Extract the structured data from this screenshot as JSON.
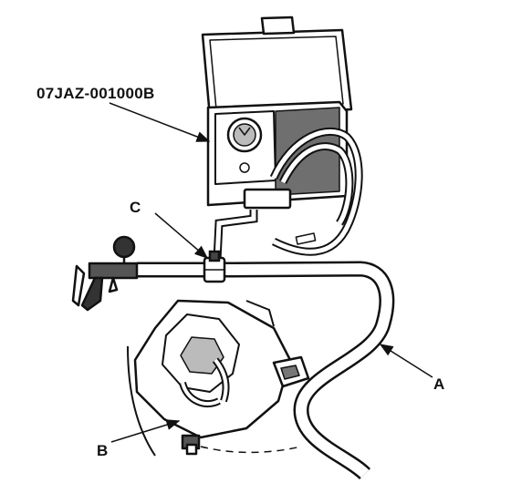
{
  "labels": {
    "tool_number": "07JAZ-001000B",
    "callout_a": "A",
    "callout_b": "B",
    "callout_c": "C"
  },
  "colors": {
    "ink": "#111111",
    "paper": "#ffffff",
    "shade": "#8a8a8a",
    "dark_shade": "#444444"
  },
  "icons": {
    "tester": "vacuum-tester-icon",
    "valve": "three-way-valve-icon",
    "pump": "hand-vacuum-pump-icon"
  }
}
